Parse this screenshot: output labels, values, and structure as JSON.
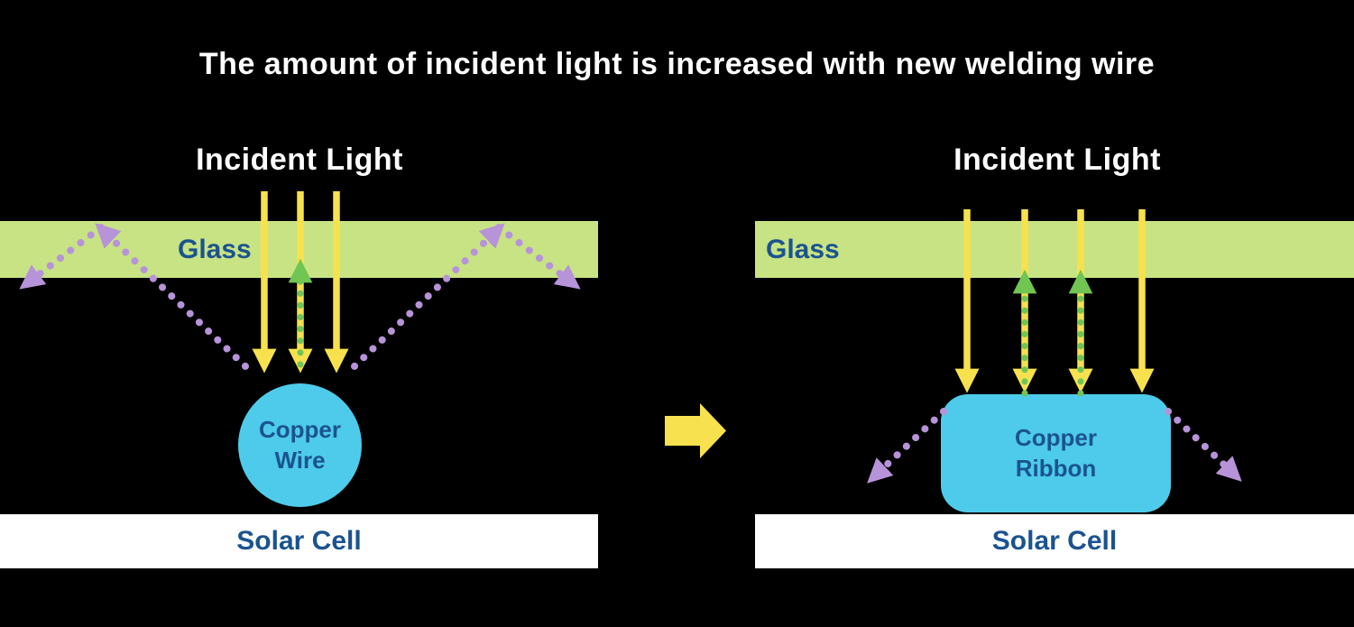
{
  "title": "The amount of incident light is increased with new welding wire",
  "left_panel": {
    "heading": "Incident Light",
    "glass_label": "Glass",
    "conductor_line1": "Copper",
    "conductor_line2": "Wire",
    "solar_cell_label": "Solar Cell"
  },
  "right_panel": {
    "heading": "Incident Light",
    "glass_label": "Glass",
    "conductor_line1": "Copper",
    "conductor_line2": "Ribbon",
    "solar_cell_label": "Solar Cell"
  },
  "icons": {
    "transition_arrow": "right-arrow-icon"
  },
  "colors": {
    "background": "#000000",
    "title_text": "#ffffff",
    "glass_fill": "#c8e383",
    "label_text": "#1b5390",
    "incident_ray_yellow": "#f7e14e",
    "captured_ray_green": "#70c553",
    "reflected_ray_purple": "#b793d9",
    "conductor_fill": "#4ecbea",
    "solar_cell_fill": "#ffffff"
  }
}
